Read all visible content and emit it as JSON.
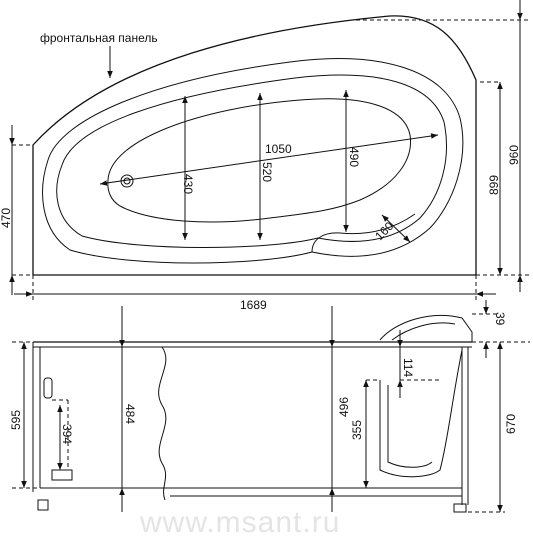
{
  "labels": {
    "front_panel": "фронтальная панель",
    "watermark": "www.msant.ru"
  },
  "top_view": {
    "length": "1050",
    "width_430": "430",
    "width_520": "520",
    "width_490": "490",
    "radius": "160",
    "overall_length": "1689",
    "left_height": "470",
    "right_height": "899",
    "full_height": "960"
  },
  "side_view": {
    "rim": "39",
    "panel": "595",
    "bottom_height": "394",
    "depth_484": "484",
    "depth_496": "496",
    "seat": "355",
    "seat_top": "114",
    "overall_height": "670"
  }
}
